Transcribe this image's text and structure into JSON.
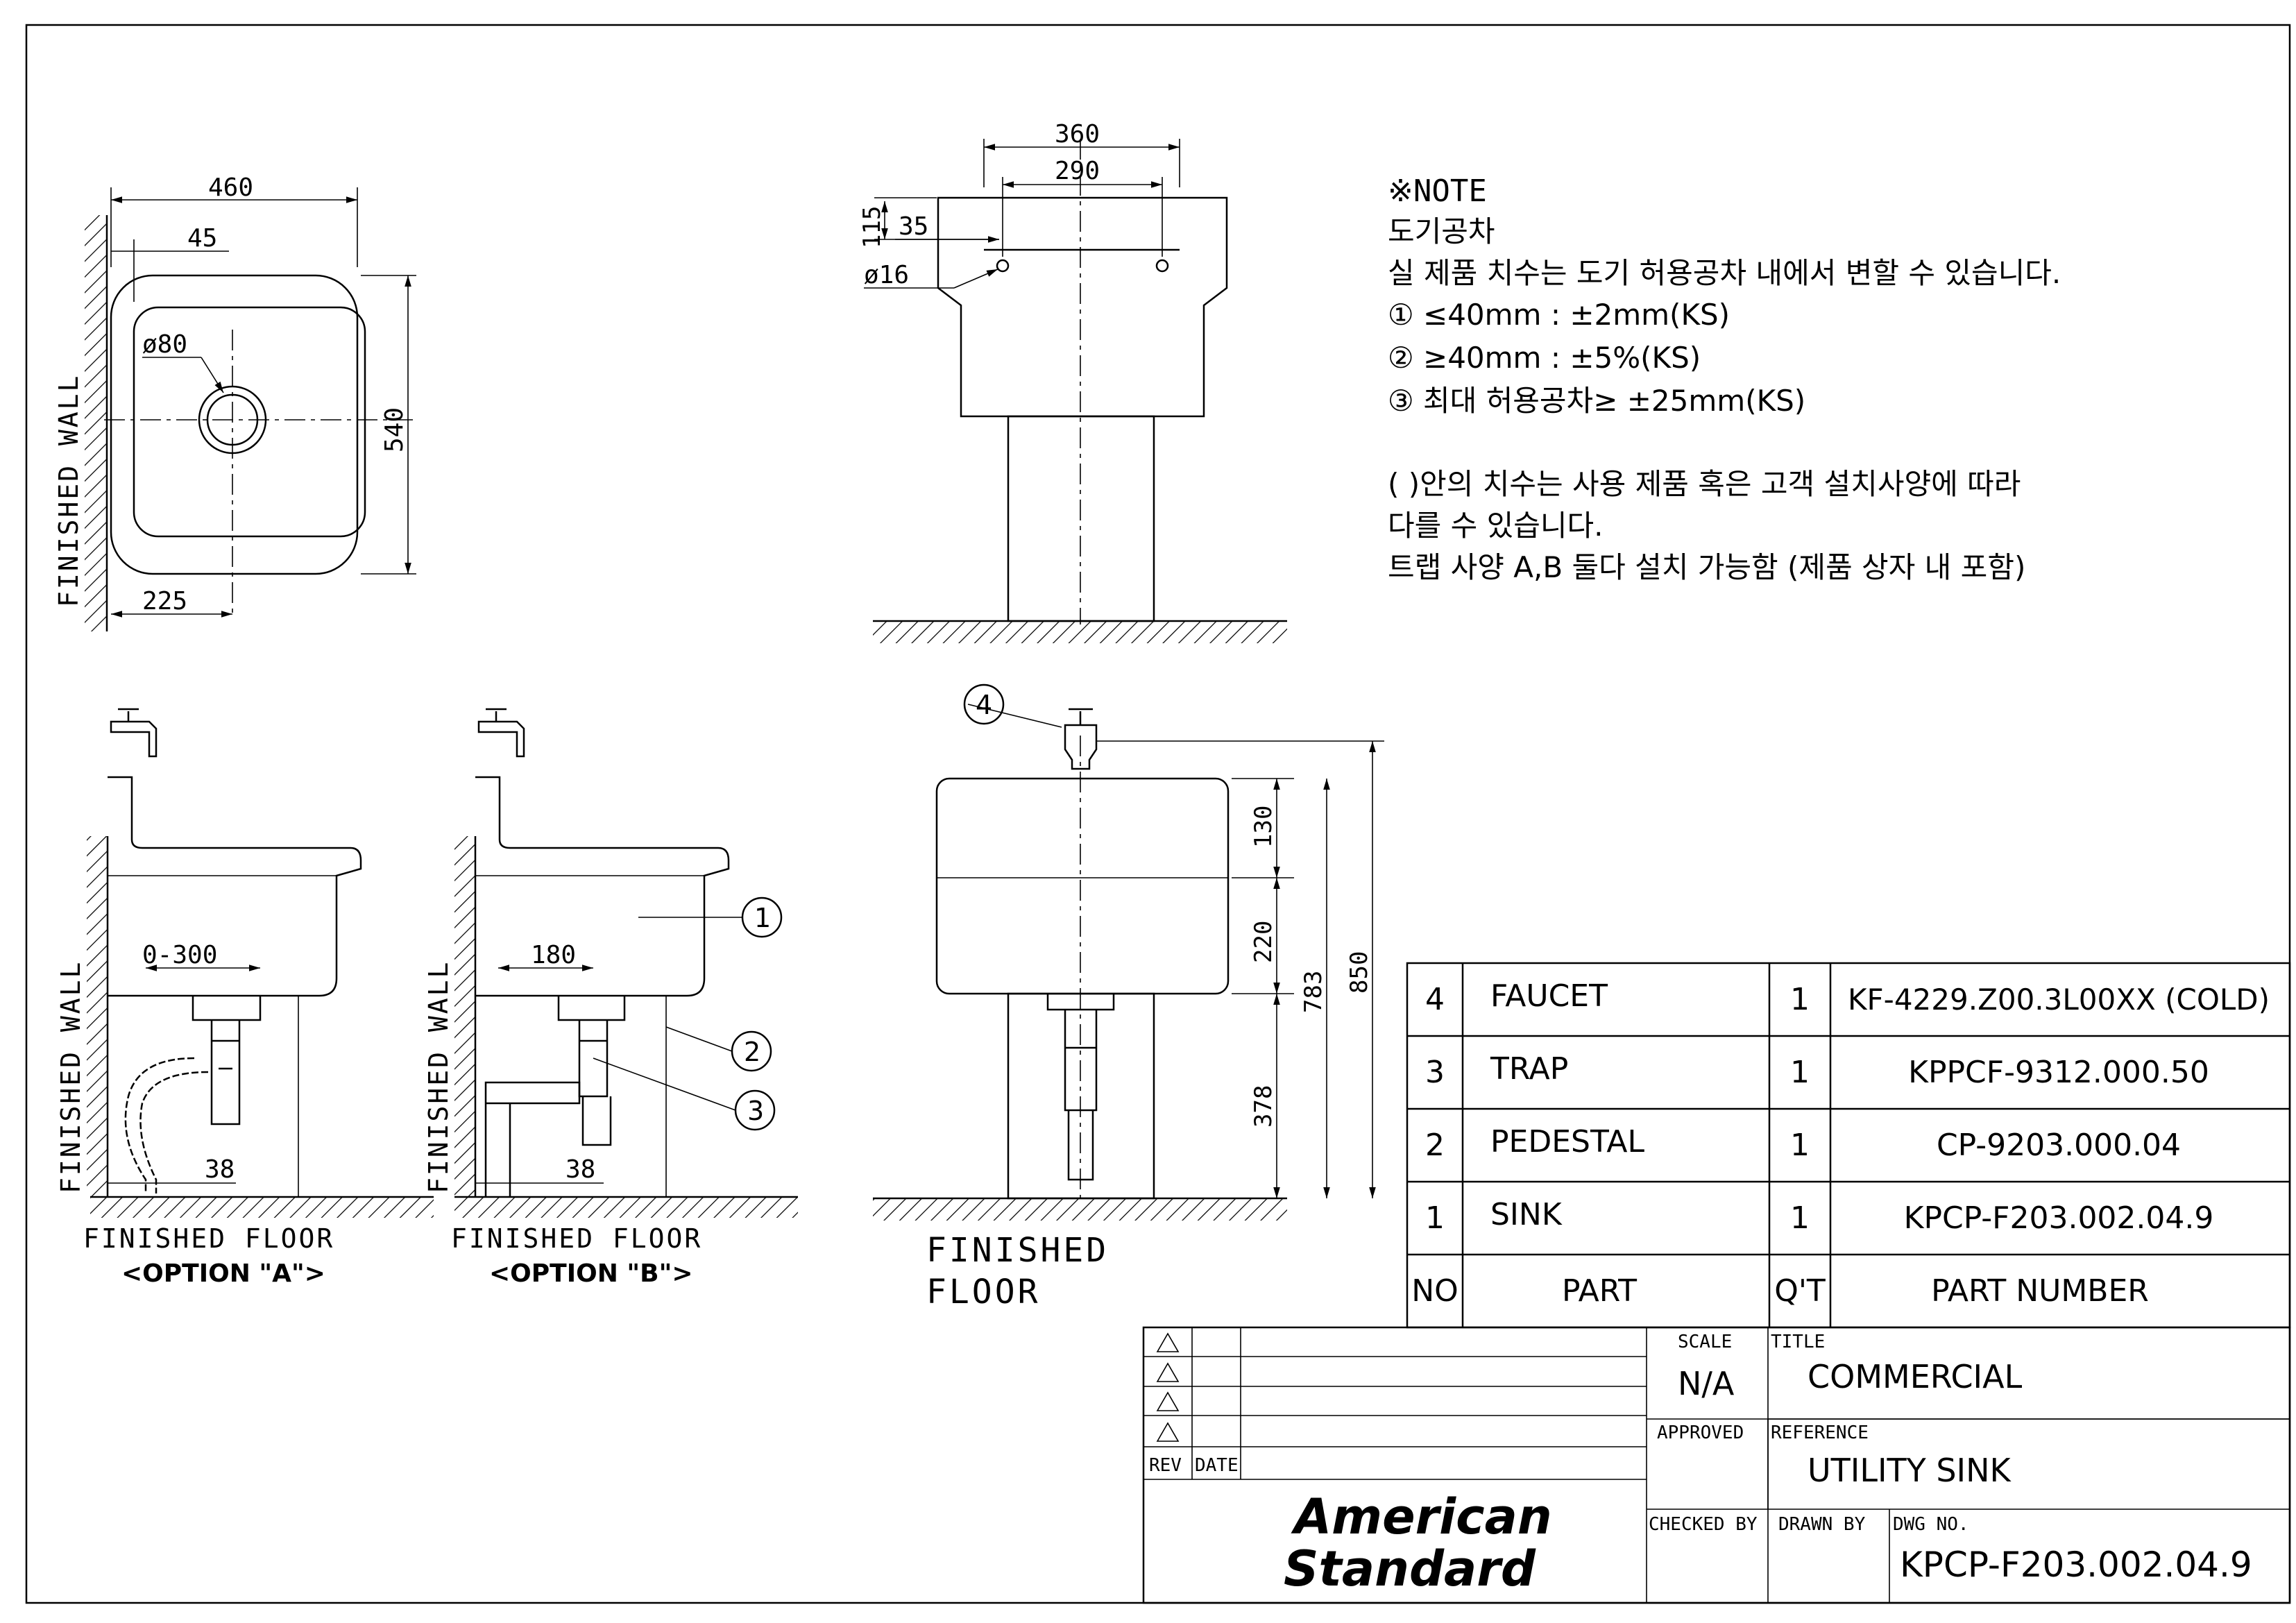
{
  "top_view": {
    "dim_width": "460",
    "dim_offset": "45",
    "dim_drain": "ø80",
    "dim_depth": "540",
    "dim_center": "225",
    "wall_label": "FINISHED WALL"
  },
  "back_view": {
    "dim_outer": "360",
    "dim_inner": "290",
    "dim_115": "115",
    "dim_35": "35",
    "dim_hole": "ø16"
  },
  "notes": {
    "header": "※NOTE",
    "title": "도기공차",
    "line1": "실 제품 치수는 도기 허용공차 내에서 변할 수 있습니다.",
    "line2": "① ≤40mm : ±2mm(KS)",
    "line3": "② ≥40mm : ±5%(KS)",
    "line4": "③ 최대 허용공차≥ ±25mm(KS)",
    "line5": "(  )안의 치수는 사용 제품 혹은 고객 설치사양에 따라",
    "line6": "다를 수 있습니다.",
    "line7": "트랩 사양 A,B 둘다 설치 가능함 (제품 상자 내 포함)"
  },
  "option_a": {
    "dim_range": "0-300",
    "dim_38": "38",
    "wall_label": "FINISHED WALL",
    "floor_label": "FINISHED FLOOR",
    "caption": "<OPTION \"A\">"
  },
  "option_b": {
    "dim_180": "180",
    "dim_38": "38",
    "wall_label": "FINISHED WALL",
    "floor_label": "FINISHED FLOOR",
    "caption": "<OPTION \"B\">",
    "callout_1": "1",
    "callout_2": "2",
    "callout_3": "3"
  },
  "front_view": {
    "callout_4": "4",
    "dim_130": "130",
    "dim_220": "220",
    "dim_378": "378",
    "dim_783": "783",
    "dim_850": "850",
    "floor_line1": "FINISHED",
    "floor_line2": "FLOOR"
  },
  "parts_table": {
    "rows": [
      {
        "no": "4",
        "part": "FAUCET",
        "qty": "1",
        "number": "KF-4229.Z00.3L00XX (COLD)"
      },
      {
        "no": "3",
        "part": "TRAP",
        "qty": "1",
        "number": "KPPCF-9312.000.50"
      },
      {
        "no": "2",
        "part": "PEDESTAL",
        "qty": "1",
        "number": "CP-9203.000.04"
      },
      {
        "no": "1",
        "part": "SINK",
        "qty": "1",
        "number": "KPCP-F203.002.04.9"
      }
    ],
    "header": {
      "no": "NO",
      "part": "PART",
      "qty": "Q'T",
      "number": "PART NUMBER"
    }
  },
  "title_block": {
    "rev": "REV",
    "date": "DATE",
    "scale_label": "SCALE",
    "scale_value": "N/A",
    "title_label": "TITLE",
    "title_value": "COMMERCIAL",
    "approved_label": "APPROVED",
    "reference_label": "REFERENCE",
    "reference_value": "UTILITY SINK",
    "checked_label": "CHECKED BY",
    "drawn_label": "DRAWN BY",
    "dwg_label": "DWG NO.",
    "dwg_value": "KPCP-F203.002.04.9",
    "logo_line1": "American",
    "logo_line2": "Standard"
  }
}
